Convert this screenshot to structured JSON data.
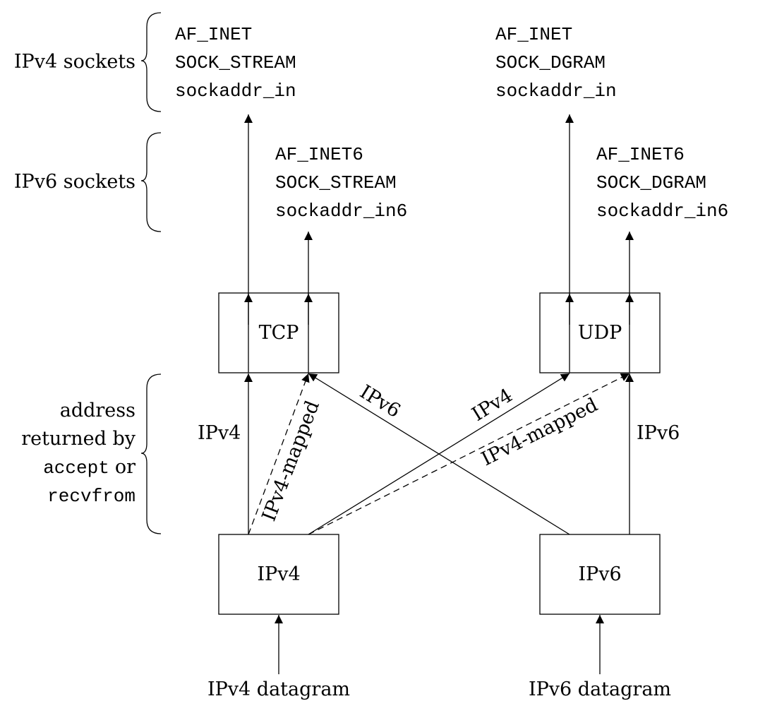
{
  "side_labels": {
    "ipv4_sockets": "IPv4 sockets",
    "ipv6_sockets": "IPv6 sockets",
    "address_returned": [
      "address",
      "returned by"
    ],
    "accept_call": "accept",
    "or_word": "or",
    "recvfrom_call": "recvfrom"
  },
  "socket_blocks": {
    "ipv4_tcp": [
      "AF_INET",
      "SOCK_STREAM",
      "sockaddr_in"
    ],
    "ipv4_udp": [
      "AF_INET",
      "SOCK_DGRAM",
      "sockaddr_in"
    ],
    "ipv6_tcp": [
      "AF_INET6",
      "SOCK_STREAM",
      "sockaddr_in6"
    ],
    "ipv6_udp": [
      "AF_INET6",
      "SOCK_DGRAM",
      "sockaddr_in6"
    ]
  },
  "boxes": {
    "tcp": "TCP",
    "udp": "UDP",
    "ipv4": "IPv4",
    "ipv6": "IPv6"
  },
  "edge_labels": {
    "ipv4_to_tcp": "IPv4",
    "ipv4_mapped_to_tcp": "IPv4-mapped",
    "ipv6_to_tcp": "IPv6",
    "ipv4_to_udp": "IPv4",
    "ipv4_mapped_to_udp": "IPv4-mapped",
    "ipv6_to_udp": "IPv6"
  },
  "inputs": {
    "ipv4_datagram": "IPv4 datagram",
    "ipv6_datagram": "IPv6 datagram"
  }
}
